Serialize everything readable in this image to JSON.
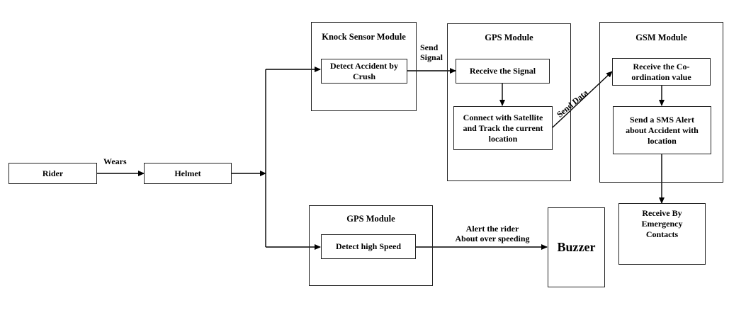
{
  "nodes": {
    "rider": "Rider",
    "helmet": "Helmet",
    "knock_detect": "Detect Accident by\nCrush",
    "gps_receive": "Receive the Signal",
    "gps_connect": "Connect with Satellite\nand Track the current\nlocation",
    "gsm_receive": "Receive the Co-\nordination value",
    "gsm_send": "Send a SMS Alert\nabout Accident with\nlocation",
    "emergency": "Receive By\nEmergency\nContacts",
    "detect_speed": "Detect high Speed",
    "buzzer": "Buzzer"
  },
  "modules": {
    "knock": "Knock Sensor Module",
    "gps_top": "GPS Module",
    "gsm": "GSM Module",
    "gps_bottom": "GPS Module"
  },
  "edges": {
    "wears": "Wears",
    "send_signal": "Send\nSignal",
    "send_data": "Send Data",
    "alert": "Alert the rider\nAbout over speeding"
  }
}
